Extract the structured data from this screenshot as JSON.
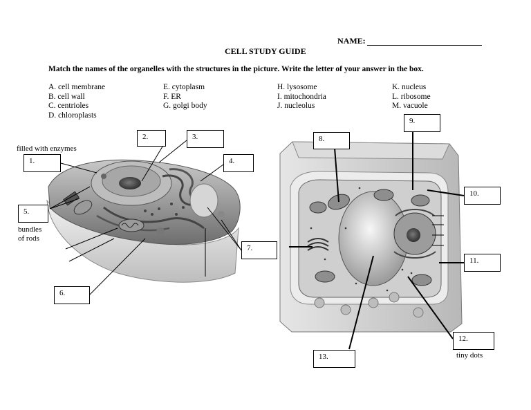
{
  "header": {
    "name_label": "NAME:",
    "title": "CELL STUDY GUIDE",
    "instructions": "Match the names of the organelles with the structures in the picture.  Write the letter of your answer in the box."
  },
  "answer_key": {
    "col1": [
      "A.  cell membrane",
      "B.  cell wall",
      "C.  centrioles",
      "D.  chloroplasts"
    ],
    "col2": [
      "E.  cytoplasm",
      "F.  ER",
      "G.  golgi body"
    ],
    "col3": [
      "H.  lysosome",
      "I.  mitochondria",
      "J.  nucleolus"
    ],
    "col4": [
      "K.  nucleus",
      "L.  ribosome",
      "M.  vacuole"
    ]
  },
  "boxes": [
    "1.",
    "2.",
    "3.",
    "4.",
    "5.",
    "6.",
    "7.",
    "8.",
    "9.",
    "10.",
    "11.",
    "12.",
    "13."
  ],
  "notes": {
    "enzymes": "filled with enzymes",
    "rods": "bundles\nof rods",
    "dots": "tiny dots"
  }
}
